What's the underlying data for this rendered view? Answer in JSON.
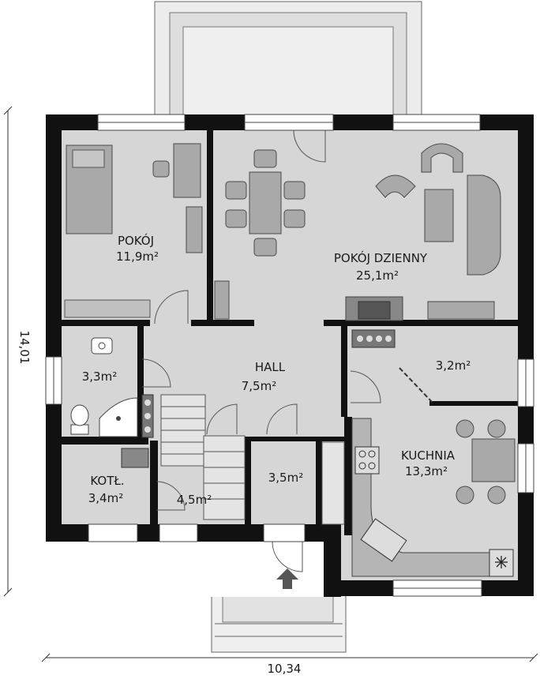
{
  "rooms": [
    {
      "id": "pokoj",
      "name": "POKÓJ",
      "area": "11,9m²"
    },
    {
      "id": "pokoj-dzienny",
      "name": "POKÓJ DZIENNY",
      "area": "25,1m²"
    },
    {
      "id": "hall",
      "name": "HALL",
      "area": "7,5m²"
    },
    {
      "id": "lazienka",
      "name": "",
      "area": "3,3m²"
    },
    {
      "id": "spizarnia",
      "name": "",
      "area": "3,2m²"
    },
    {
      "id": "kuchnia",
      "name": "KUCHNIA",
      "area": "13,3m²"
    },
    {
      "id": "kotl",
      "name": "KOTŁ.",
      "area": "3,4m²"
    },
    {
      "id": "schody",
      "name": "",
      "area": "4,5m²"
    },
    {
      "id": "wiatrolap",
      "name": "",
      "area": "3,5m²"
    }
  ],
  "dimensions": {
    "width": "10,34",
    "depth": "14,01"
  },
  "colors": {
    "floor": "#d6d6d6",
    "wall": "#111111",
    "furniture": "#a9a9a9",
    "exterior": "#ececec"
  },
  "icons": [
    "entrance-arrow-icon",
    "snowflake-icon",
    "stove-icon",
    "sink-icon",
    "toilet-icon",
    "shower-icon"
  ]
}
